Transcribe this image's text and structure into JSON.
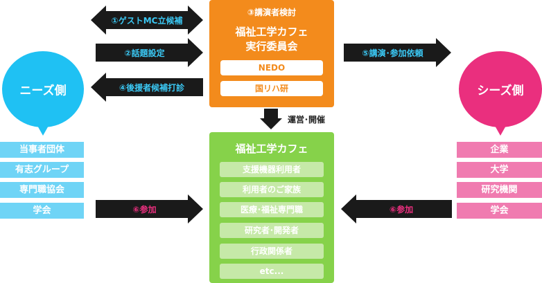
{
  "colors": {
    "needs": "#1fc1f3",
    "needs_light": "#6fd4f6",
    "seeds": "#ea2f7e",
    "seeds_light": "#f07bb0",
    "committee": "#f38b1c",
    "cafe": "#86d24a",
    "cafe_item": "#c6e9a8",
    "arrow": "#1a1a1a"
  },
  "needs": {
    "title": "ニーズ側",
    "items": [
      "当事者団体",
      "有志グループ",
      "専門職協会",
      "学会"
    ]
  },
  "seeds": {
    "title": "シーズ側",
    "items": [
      "企業",
      "大学",
      "研究機関",
      "学会"
    ]
  },
  "committee": {
    "step": "③講演者検討",
    "title_line1": "福祉工学カフェ",
    "title_line2": "実行委員会",
    "members": [
      "NEDO",
      "国リハ研"
    ]
  },
  "cafe": {
    "title": "福祉工学カフェ",
    "items": [
      "支援機器利用者",
      "利用者のご家族",
      "医療･福祉専門職",
      "研究者･開発者",
      "行政関係者",
      "etc..."
    ]
  },
  "arrows": {
    "guest_mc": "①ゲストMC立候補",
    "topic": "②話題設定",
    "support": "④後援者候補打診",
    "request": "⑤講演･参加依頼",
    "operate": "運営･開催",
    "join_left": "⑥参加",
    "join_right": "⑥参加"
  }
}
